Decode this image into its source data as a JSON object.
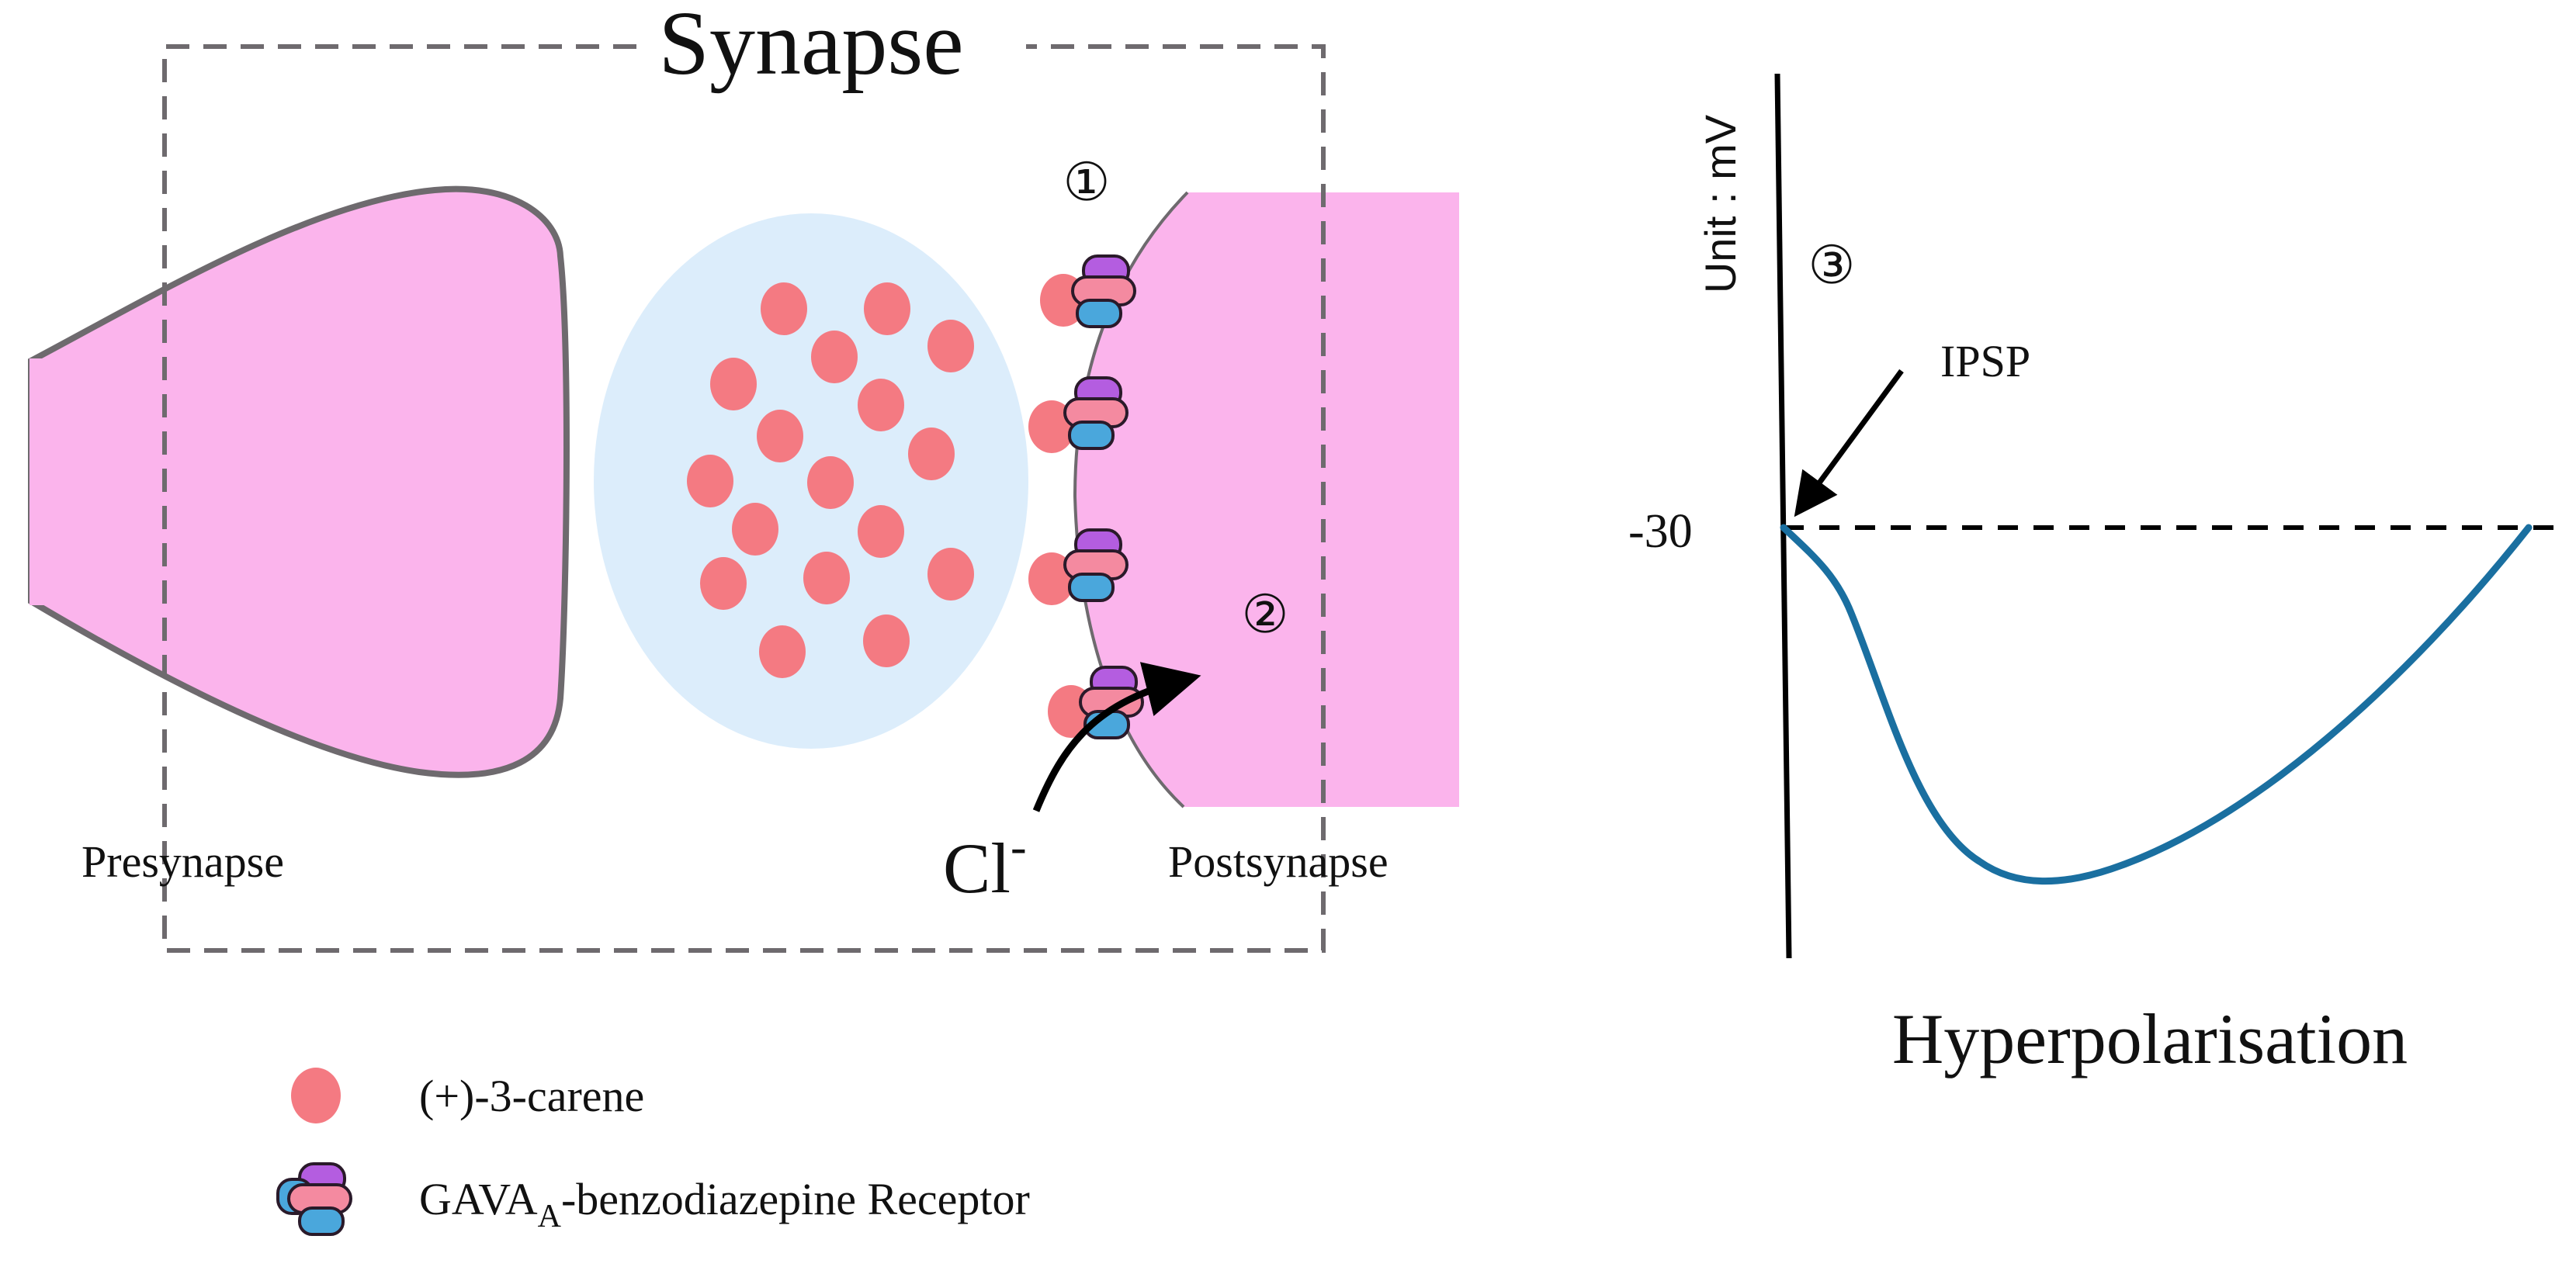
{
  "diagram": {
    "title": "Synapse",
    "labels": {
      "presynapse": "Presynapse",
      "postsynapse": "Postsynapse",
      "chloride": "Cl",
      "chloride_charge": "-",
      "step1": "①",
      "step2": "②",
      "step3": "③"
    },
    "colors": {
      "membrane": "#fbb4ec",
      "vesicle": "#dcedfb",
      "carene_dot": "#f47a82",
      "receptor_purple": "#b45de0",
      "receptor_pink": "#f48aa0",
      "receptor_blue": "#4aa7dc",
      "trace": "#1a6fa0"
    },
    "legend": {
      "carene": "(+)-3-carene",
      "receptor_prefix": "GAVA",
      "receptor_subscript": "A",
      "receptor_suffix": "-benzodiazepine Receptor"
    }
  },
  "graph": {
    "axis_label": "Unit : mV",
    "baseline_label": "-30",
    "annotation": "IPSP",
    "caption": "Hyperpolarisation"
  }
}
